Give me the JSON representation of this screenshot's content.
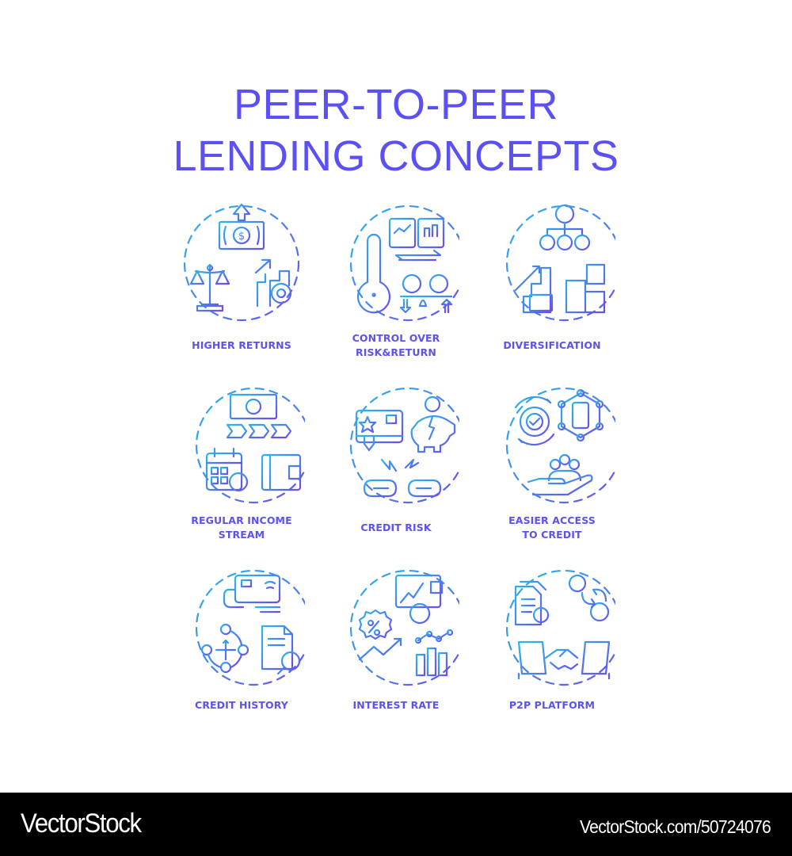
{
  "title": {
    "line1": "PEER-TO-PEER",
    "line2": "LENDING CONCEPTS",
    "color": "#5b50f4"
  },
  "palette": {
    "gradient_start": "#2bb6f0",
    "gradient_end": "#6a4df0",
    "label_color": "#5c52ee"
  },
  "concepts": [
    {
      "label_lines": [
        "HIGHER RETURNS"
      ],
      "icon": "money-up-scale-growth-gear-icon"
    },
    {
      "label_lines": [
        "CONTROL OVER",
        "RISK&RETURN"
      ],
      "icon": "thermometer-charts-balance-icon"
    },
    {
      "label_lines": [
        "DIVERSIFICATION"
      ],
      "icon": "dollar-tree-puzzle-growth-icon"
    },
    {
      "label_lines": [
        "REGULAR INCOME",
        "STREAM"
      ],
      "icon": "money-flow-calendar-wallet-icon"
    },
    {
      "label_lines": [
        "CREDIT RISK"
      ],
      "icon": "card-broken-piggybank-broken-chain-icon"
    },
    {
      "label_lines": [
        "EASIER ACCESS",
        "TO CREDIT"
      ],
      "icon": "gear-check-network-card-hand-people-icon"
    },
    {
      "label_lines": [
        "CREDIT HISTORY"
      ],
      "icon": "card-cycle-document-magnifier-icon"
    },
    {
      "label_lines": [
        "INTEREST RATE"
      ],
      "icon": "percent-badge-wallet-chart-icon"
    },
    {
      "label_lines": [
        "P2P PLATFORM"
      ],
      "icon": "document-exchange-handshake-icon"
    }
  ],
  "footer": {
    "brand": "VectorStock",
    "reference": "VectorStock.com/50724076"
  }
}
